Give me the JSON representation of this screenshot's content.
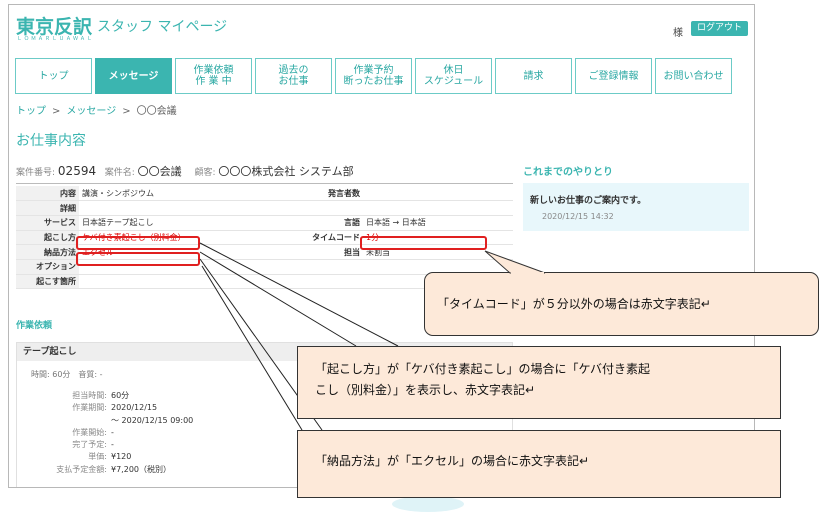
{
  "header": {
    "logo": "東京反訳",
    "logo_sub": "ＬＯＭＡＲＬＵＡＷＡＬ",
    "staff_title": "スタッフ マイページ",
    "sama": "様",
    "logout": "ログアウト"
  },
  "nav": {
    "items": [
      {
        "label": "トップ"
      },
      {
        "label": "メッセージ"
      },
      {
        "label": "作業依頼\n作 業 中"
      },
      {
        "label": "過去の\nお仕事"
      },
      {
        "label": "作業予約\n断ったお仕事"
      },
      {
        "label": "休日\nスケジュール"
      },
      {
        "label": "請求"
      },
      {
        "label": "ご登録情報"
      },
      {
        "label": "お問い合わせ"
      }
    ]
  },
  "breadcrumb": {
    "home": "トップ",
    "sep": ">",
    "messages": "メッセージ",
    "current": "〇〇会議"
  },
  "page_title": "お仕事内容",
  "meta": {
    "case_no_label": "案件番号:",
    "case_no": "02594",
    "case_name_label": "案件名:",
    "case_name": "〇〇会議",
    "client_label": "顧客:",
    "client": "〇〇〇株式会社 システム部"
  },
  "info": {
    "naiyo_k": "内容",
    "naiyo_v": "講演・シンポジウム",
    "speaker_k": "発言者数",
    "speaker_v": "",
    "shosai_k": "詳細",
    "shosai_v": "",
    "service_k": "サービス",
    "service_v": "日本語テープ起こし",
    "lang_k": "言語",
    "lang_v": "日本語 → 日本語",
    "okoshi_k": "起こし方",
    "okoshi_v": "ケバ付き素起こし（別料金）",
    "tc_k": "タイムコード",
    "tc_v": "1分",
    "nohin_k": "納品方法",
    "nohin_v": "エクセル",
    "tanto_k": "担当",
    "tanto_v": "未割当",
    "option_k": "オプション",
    "option_v": "",
    "basho_k": "起こす箇所",
    "basho_v": ""
  },
  "work": {
    "title": "作業依頼",
    "tape_title": "テープ起こし",
    "tape_sub": "時間: 60分　音質: -",
    "details": [
      {
        "label": "担当時間:",
        "value": "60分"
      },
      {
        "label": "作業期間:",
        "value": "2020/12/15"
      },
      {
        "label": "",
        "value": "～ 2020/12/15 09:00"
      },
      {
        "label": "作業開始:",
        "value": "-"
      },
      {
        "label": "完了予定:",
        "value": "-"
      },
      {
        "label": "単価:",
        "value": "¥120"
      },
      {
        "label": "支払予定金額:",
        "value": "¥7,200（税別）"
      }
    ]
  },
  "side": {
    "title": "これまでのやりとり",
    "msg": "新しいお仕事のご案内です。",
    "date": "2020/12/15 14:32"
  },
  "callouts": {
    "c1": "「タイムコード」が５分以外の場合は赤文字表記↵",
    "c2a": "「起こし方」が「ケバ付き素起こし」の場合に「ケバ付き素起",
    "c2b": "こし（別料金）」を表示し、赤文字表記↵",
    "c3": "「納品方法」が「エクセル」の場合に赤文字表記↵"
  },
  "colors": {
    "accent": "#3bb5b0",
    "highlight": "#e02020",
    "callout_bg": "#fde9d9"
  }
}
